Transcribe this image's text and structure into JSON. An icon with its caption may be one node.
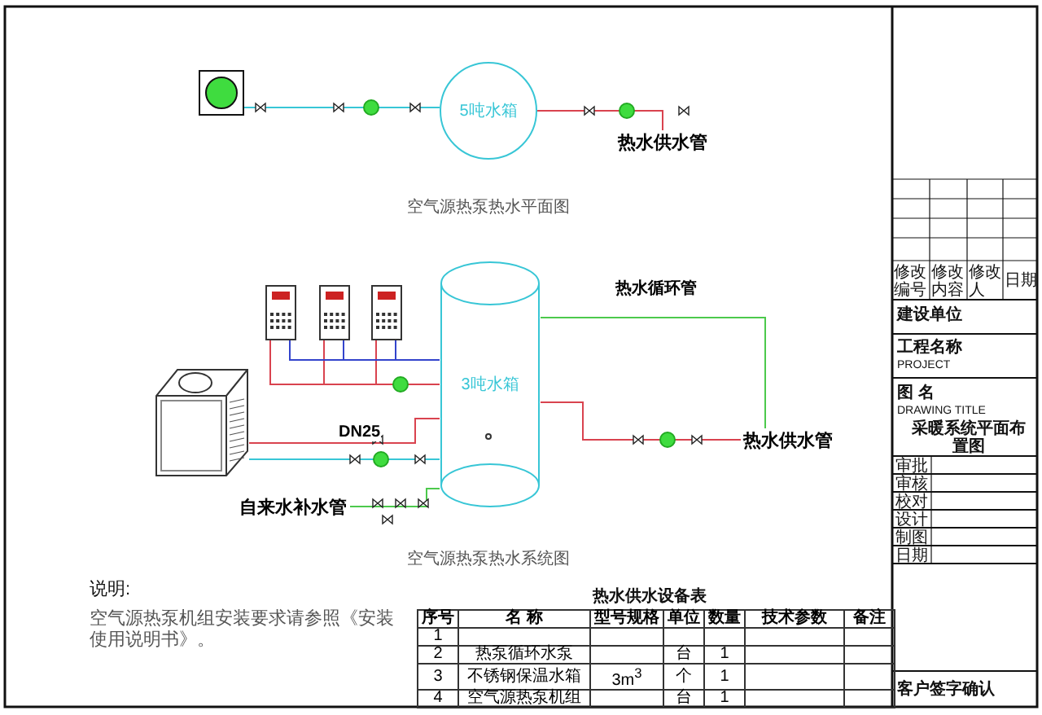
{
  "diagram": {
    "nodes": [
      {
        "text": [],
        "shape": "box"
      },
      {
        "text": [
          "5吨水箱"
        ]
      },
      {
        "text": [
          "热水供水管"
        ]
      },
      {
        "text": [],
        "shape": "picture"
      },
      {
        "text": [],
        "shape": "picture"
      },
      {
        "text": [],
        "shape": "picture"
      },
      {
        "text": [],
        "shape": "picture"
      },
      {
        "text": [
          "3吨水箱"
        ]
      },
      {
        "text": [
          "热水供水管"
        ]
      },
      {
        "text": [
          "自来水补水管"
        ]
      }
    ],
    "edges": [
      {
        "from": 0,
        "to": 1,
        "arrow": "none",
        "color": "#38c6d6"
      },
      {
        "from": 1,
        "to": 2,
        "arrow": "none"
      },
      {
        "from": 3,
        "to": 7,
        "arrow": "none",
        "label": "DN25"
      },
      {
        "from": 3,
        "to": 7,
        "arrow": "none",
        "color": "#38c6d6"
      },
      {
        "from": 9,
        "to": 7,
        "arrow": "none",
        "color": "#4cc94c"
      },
      {
        "from": 7,
        "to": 8,
        "arrow": "none"
      },
      {
        "from": 7,
        "to": 8,
        "arrow": "none",
        "color": "#4cc94c",
        "label": "热水循环管"
      },
      {
        "from": 4,
        "to": 7,
        "arrow": "none"
      },
      {
        "from": 5,
        "to": 7,
        "arrow": "none"
      },
      {
        "from": 6,
        "to": 7,
        "arrow": "none"
      },
      {
        "from": 4,
        "to": 7,
        "arrow": "none",
        "color": "#3344cc"
      },
      {
        "from": 5,
        "to": 7,
        "arrow": "none",
        "color": "#3344cc"
      },
      {
        "from": 6,
        "to": 7,
        "arrow": "none",
        "color": "#3344cc"
      }
    ],
    "labels": [
      "空气源热泵热水平面图",
      "空气源热泵热水系统图",
      "说明:",
      "空气源热泵机组安装要求请参照《安装使用说明书》。",
      "热水供水设备表",
      "序号",
      "名 称",
      "型号规格",
      "单位",
      "数量",
      "技术参数",
      "备注",
      "1",
      "2",
      "热泵循环水泵",
      "台",
      "1",
      "3",
      "不锈钢保温水箱",
      "3m$^{3}$",
      "个",
      "1",
      "4",
      "空气源热泵机组",
      "台",
      "1",
      "修改编号",
      "修改内容",
      "修改人",
      "日期",
      "建设单位",
      "工程名称",
      "PROJECT",
      "图 名",
      "DRAWING TITLE",
      "采暖系统平面布置图",
      "审批",
      "审核",
      "校对",
      "设计",
      "制图",
      "日期",
      "客户签字确认"
    ]
  }
}
